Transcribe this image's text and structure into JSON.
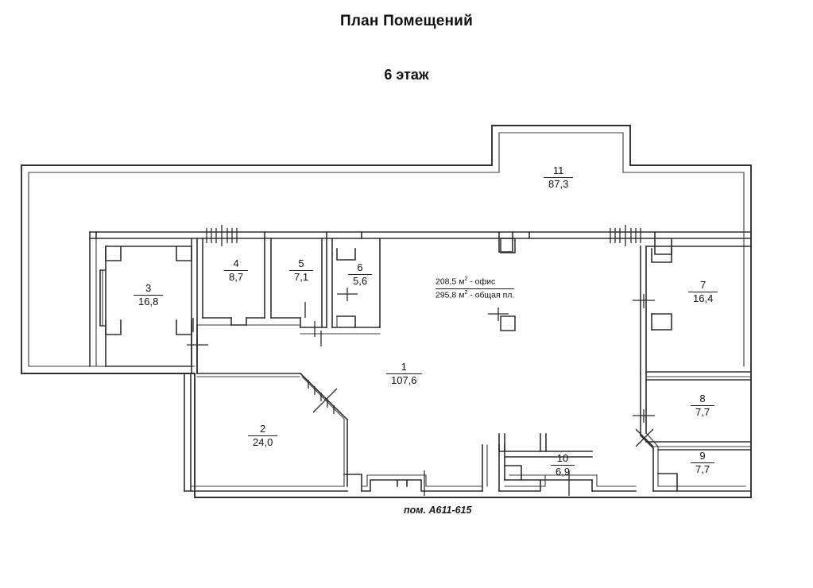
{
  "document": {
    "title": "План Помещений",
    "subtitle": "6 этаж",
    "caption": "пом. А611-615"
  },
  "area_note": {
    "office_line": "208,5 м² - офис",
    "total_line": "295,8 м² - общая пл.",
    "office_value": "208,5",
    "office_unit": "м",
    "office_sup": "2",
    "office_text": "- офис",
    "total_value": "295,8",
    "total_unit": "м",
    "total_sup": "2",
    "total_text": "- общая пл."
  },
  "rooms": [
    {
      "number": "1",
      "area": "107,6"
    },
    {
      "number": "2",
      "area": "24,0"
    },
    {
      "number": "3",
      "area": "16,8"
    },
    {
      "number": "4",
      "area": "8,7"
    },
    {
      "number": "5",
      "area": "7,1"
    },
    {
      "number": "6",
      "area": "5,6"
    },
    {
      "number": "7",
      "area": "16,4"
    },
    {
      "number": "8",
      "area": "7,7"
    },
    {
      "number": "9",
      "area": "7,7"
    },
    {
      "number": "10",
      "area": "6,9"
    },
    {
      "number": "11",
      "area": "87,3"
    }
  ],
  "colors": {
    "background": "#ffffff",
    "wall": "#2e2e2e",
    "text": "#111111"
  }
}
